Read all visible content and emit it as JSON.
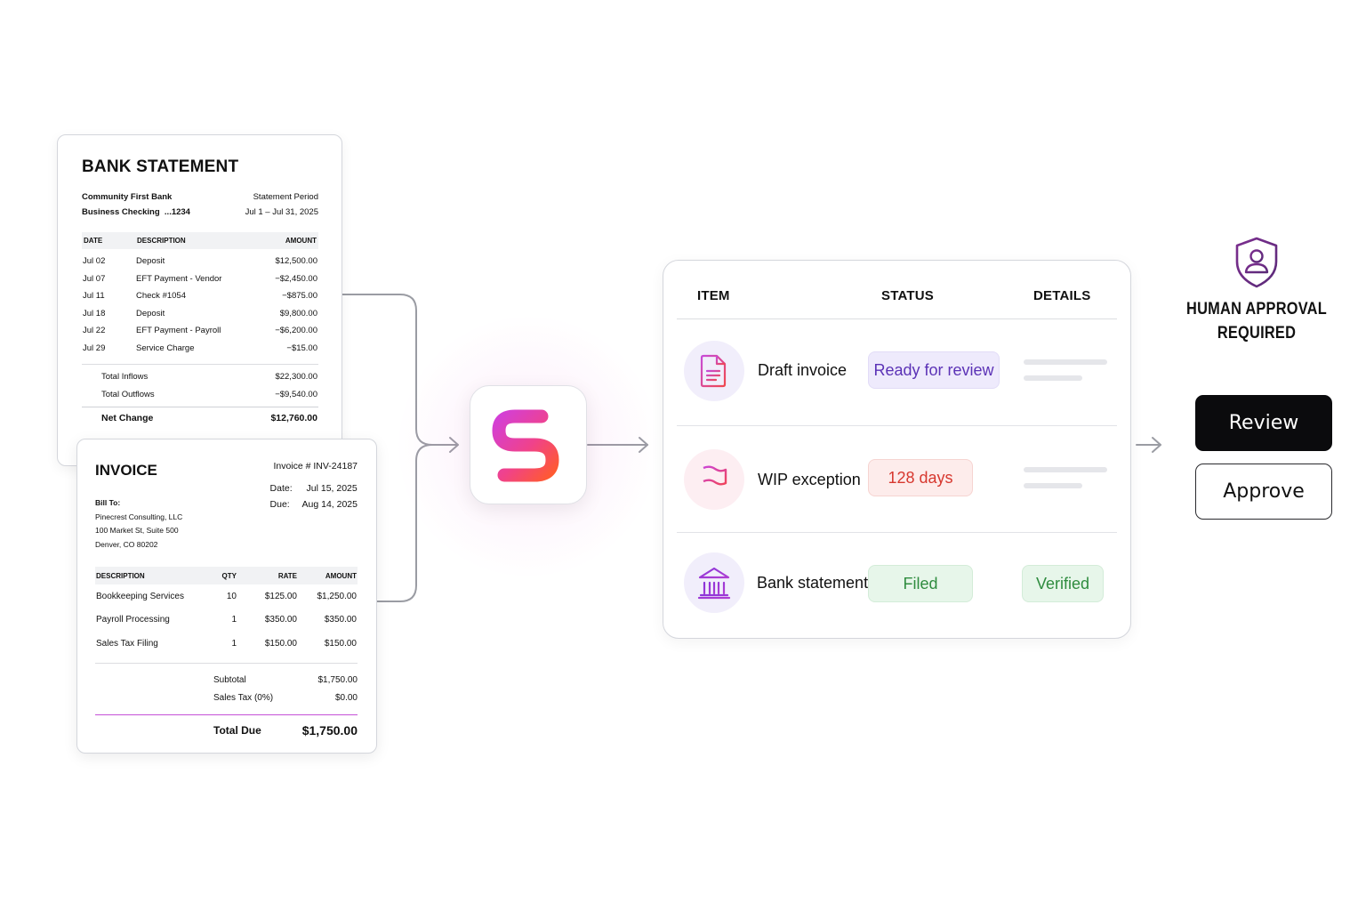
{
  "bank_statement": {
    "title": "BANK STATEMENT",
    "bank_name": "Community First Bank",
    "account": "Business Checking  ...1234",
    "period_label": "Statement Period",
    "period": "Jul 1 – Jul 31, 2025",
    "columns": [
      "DATE",
      "DESCRIPTION",
      "AMOUNT"
    ],
    "rows": [
      {
        "date": "Jul 02",
        "desc": "Deposit",
        "amount": "$12,500.00"
      },
      {
        "date": "Jul 07",
        "desc": "EFT Payment - Vendor",
        "amount": "−$2,450.00"
      },
      {
        "date": "Jul 11",
        "desc": "Check #1054",
        "amount": "−$875.00"
      },
      {
        "date": "Jul 18",
        "desc": "Deposit",
        "amount": "$9,800.00"
      },
      {
        "date": "Jul 22",
        "desc": "EFT Payment - Payroll",
        "amount": "−$6,200.00"
      },
      {
        "date": "Jul 29",
        "desc": "Service Charge",
        "amount": "−$15.00"
      }
    ],
    "total_inflows_label": "Total Inflows",
    "total_inflows": "$22,300.00",
    "total_outflows_label": "Total Outflows",
    "total_outflows": "−$9,540.00",
    "net_change_label": "Net Change",
    "net_change": "$12,760.00"
  },
  "invoice": {
    "title": "INVOICE",
    "number": "Invoice # INV-24187",
    "date_label": "Date:",
    "date": "Jul 15, 2025",
    "due_label": "Due:",
    "due": "Aug 14, 2025",
    "bill_to_label": "Bill To:",
    "bill_to": [
      "Pinecrest Consulting, LLC",
      "100 Market St, Suite 500",
      "Denver, CO 80202"
    ],
    "columns": [
      "DESCRIPTION",
      "QTY",
      "RATE",
      "AMOUNT"
    ],
    "rows": [
      {
        "desc": "Bookkeeping Services",
        "qty": "10",
        "rate": "$125.00",
        "amount": "$1,250.00"
      },
      {
        "desc": "Payroll Processing",
        "qty": "1",
        "rate": "$350.00",
        "amount": "$350.00"
      },
      {
        "desc": "Sales Tax Filing",
        "qty": "1",
        "rate": "$150.00",
        "amount": "$150.00"
      }
    ],
    "subtotal_label": "Subtotal",
    "subtotal": "$1,750.00",
    "tax_label": "Sales Tax (0%)",
    "tax": "$0.00",
    "total_label": "Total Due",
    "total": "$1,750.00"
  },
  "status_table": {
    "headers": [
      "ITEM",
      "STATUS",
      "DETAILS"
    ],
    "rows": [
      {
        "icon": "document-icon",
        "item": "Draft invoice",
        "status": "Ready for review",
        "status_color": "#5b32b6",
        "details": ""
      },
      {
        "icon": "flag-icon",
        "item": "WIP exception",
        "status": "128 days",
        "status_color": "#d7382f",
        "details": ""
      },
      {
        "icon": "bank-icon",
        "item": "Bank statement",
        "status": "Filed",
        "status_color": "#2f8c3f",
        "details": "Verified"
      }
    ]
  },
  "approval": {
    "icon": "shield-user-icon",
    "title_line1": "HUMAN APPROVAL",
    "title_line2": "REQUIRED",
    "review_label": "Review",
    "approve_label": "Approve"
  },
  "colors": {
    "accent_magenta": "#d63fd0",
    "accent_orange": "#ff5a3c",
    "divider_pink": "#e0407a",
    "connector_gray": "#9a9ca3"
  }
}
